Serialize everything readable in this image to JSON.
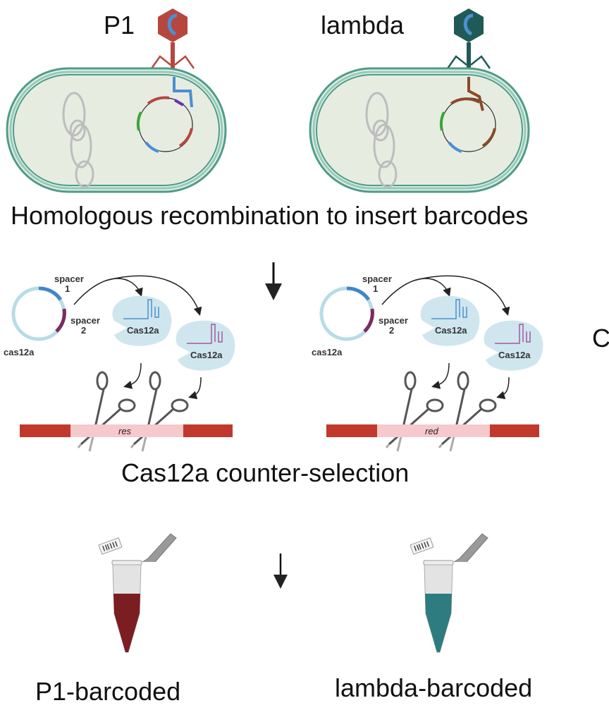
{
  "top": {
    "phage_left": "P1",
    "phage_right": "lambda",
    "step1_caption": "Homologous recombination to insert barcodes"
  },
  "middle": {
    "plasmid_labels": {
      "spacer1": "spacer",
      "spacer1_num": "1",
      "spacer2": "spacer",
      "spacer2_num": "2",
      "cas_gene": "cas12a"
    },
    "protein_label": "Cas12a",
    "left_target_gene": "res",
    "right_target_gene": "red",
    "clipped_right_text": "C",
    "step2_caption": "Cas12a counter-selection"
  },
  "bottom": {
    "left_tube_label": "P1-barcoded",
    "right_tube_label": "lambda-barcoded"
  },
  "colors": {
    "p1": "#b5473f",
    "lambda": "#1f5a56",
    "cell_border": "#5fae9c",
    "cell_fill": "#e7ece1",
    "target_flank": "#c0392b",
    "target_gene": "#f6c9cc",
    "p1_tube": "#7a1e22",
    "lambda_tube": "#2f7c80"
  }
}
